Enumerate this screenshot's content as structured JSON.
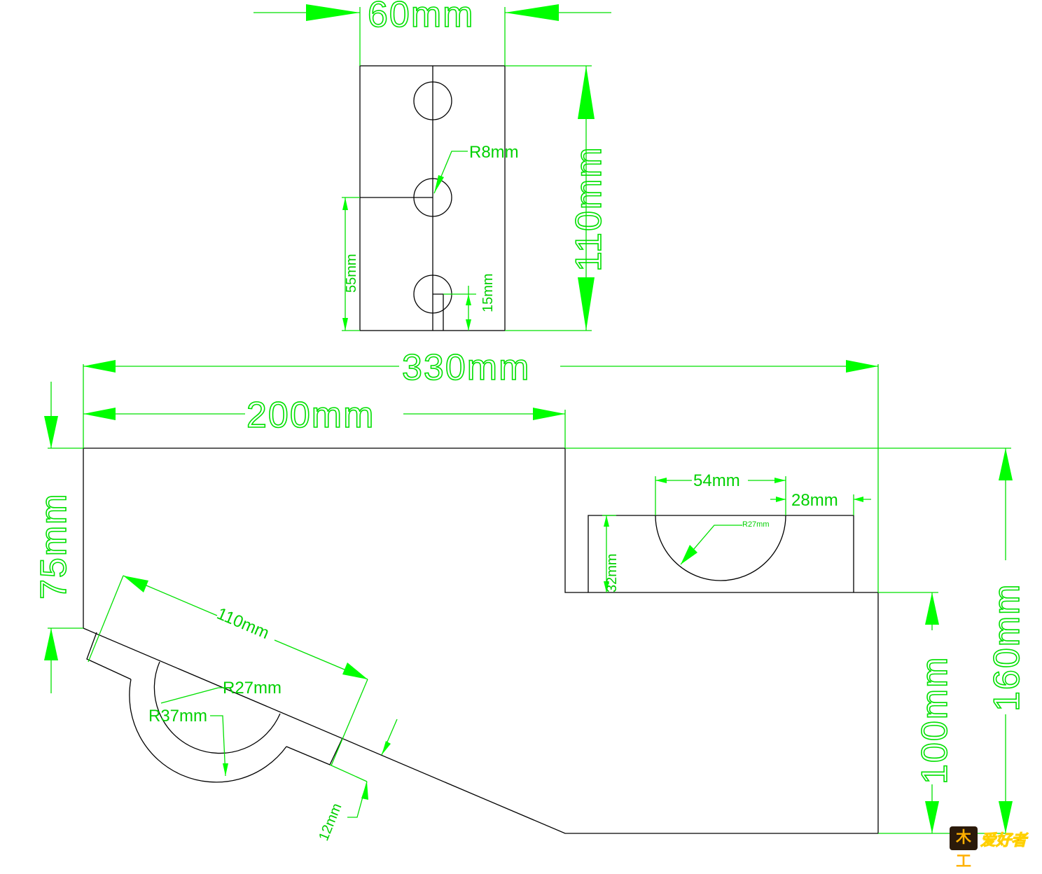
{
  "dimensions": {
    "top_width": "60mm",
    "top_height": "110mm",
    "hole_radius": "R8mm",
    "hole_offset": "55mm",
    "slot_height": "15mm",
    "overall_width": "330mm",
    "step_width": "200mm",
    "left_height": "75mm",
    "total_height": "160mm",
    "right_height": "100mm",
    "pocket_width": "54mm",
    "pocket_offset": "28mm",
    "pocket_depth": "32mm",
    "pocket_radius": "R27mm",
    "slope_length": "110mm",
    "inner_radius": "R27mm",
    "outer_radius": "R37mm",
    "lip_thickness": "12mm"
  },
  "logo": {
    "mark": "木工",
    "text": "爱好者"
  },
  "colors": {
    "outline": "#000000",
    "dimension": "#00ff00"
  }
}
